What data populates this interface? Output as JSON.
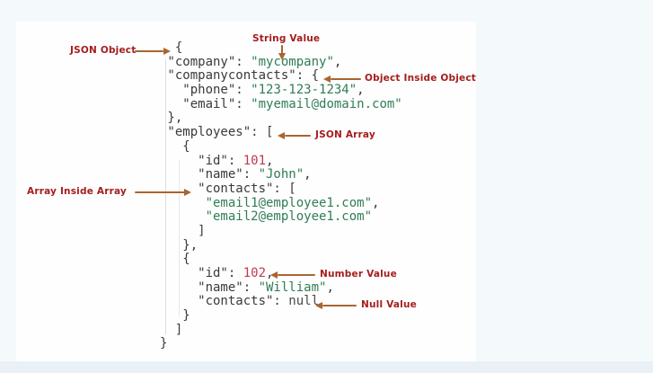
{
  "title": "JSON structure explained diagram",
  "colors": {
    "label": "#a51d1d",
    "arrow": "#a9652f",
    "key": "#3a3a3a",
    "string_value": "#2f7d54",
    "number_value": "#c03a4e",
    "null_value": "#4a4a4a"
  },
  "annotations": [
    {
      "id": "json-object",
      "label": "JSON Object",
      "arrow": "right",
      "points_to": "opening brace of root object"
    },
    {
      "id": "string-value",
      "label": "String Value",
      "arrow": "down",
      "points_to": "\"mycompany\""
    },
    {
      "id": "object-inside-object",
      "label": "Object Inside Object",
      "arrow": "left",
      "points_to": "companycontacts opening brace"
    },
    {
      "id": "json-array",
      "label": "JSON Array",
      "arrow": "left",
      "points_to": "employees opening bracket"
    },
    {
      "id": "array-inside-array",
      "label": "Array Inside Array",
      "arrow": "right",
      "points_to": "contacts key"
    },
    {
      "id": "number-value",
      "label": "Number Value",
      "arrow": "left",
      "points_to": "102"
    },
    {
      "id": "null-value",
      "label": "Null Value",
      "arrow": "left",
      "points_to": "null"
    }
  ],
  "code": {
    "language": "json",
    "lines": [
      {
        "segs": [
          {
            "c": "k",
            "t": "  {"
          }
        ]
      },
      {
        "segs": [
          {
            "c": "k",
            "t": " \"company\": "
          },
          {
            "c": "s",
            "t": "\"mycompany\""
          },
          {
            "c": "k",
            "t": ","
          }
        ]
      },
      {
        "segs": [
          {
            "c": "k",
            "t": " \"companycontacts\": {"
          }
        ]
      },
      {
        "segs": [
          {
            "c": "k",
            "t": "   \"phone\": "
          },
          {
            "c": "s",
            "t": "\"123-123-1234\""
          },
          {
            "c": "k",
            "t": ","
          }
        ]
      },
      {
        "segs": [
          {
            "c": "k",
            "t": "   \"email\": "
          },
          {
            "c": "s",
            "t": "\"myemail@domain.com\""
          }
        ]
      },
      {
        "segs": [
          {
            "c": "k",
            "t": " },"
          }
        ]
      },
      {
        "segs": [
          {
            "c": "k",
            "t": " \"employees\": ["
          }
        ]
      },
      {
        "segs": [
          {
            "c": "k",
            "t": "   {"
          }
        ]
      },
      {
        "segs": [
          {
            "c": "k",
            "t": "     \"id\": "
          },
          {
            "c": "n",
            "t": "101"
          },
          {
            "c": "k",
            "t": ","
          }
        ]
      },
      {
        "segs": [
          {
            "c": "k",
            "t": "     \"name\": "
          },
          {
            "c": "s",
            "t": "\"John\""
          },
          {
            "c": "k",
            "t": ","
          }
        ]
      },
      {
        "segs": [
          {
            "c": "k",
            "t": "     \"contacts\": ["
          }
        ]
      },
      {
        "segs": [
          {
            "c": "s",
            "t": "      \"email1@employee1.com\""
          },
          {
            "c": "k",
            "t": ","
          }
        ]
      },
      {
        "segs": [
          {
            "c": "s",
            "t": "      \"email2@employee1.com\""
          }
        ]
      },
      {
        "segs": [
          {
            "c": "k",
            "t": "     ]"
          }
        ]
      },
      {
        "segs": [
          {
            "c": "k",
            "t": "   },"
          }
        ]
      },
      {
        "segs": [
          {
            "c": "k",
            "t": "   {"
          }
        ]
      },
      {
        "segs": [
          {
            "c": "k",
            "t": "     \"id\": "
          },
          {
            "c": "n",
            "t": "102"
          },
          {
            "c": "k",
            "t": ","
          }
        ]
      },
      {
        "segs": [
          {
            "c": "k",
            "t": "     \"name\": "
          },
          {
            "c": "s",
            "t": "\"William\""
          },
          {
            "c": "k",
            "t": ","
          }
        ]
      },
      {
        "segs": [
          {
            "c": "k",
            "t": "     \"contacts\": "
          },
          {
            "c": "u",
            "t": "null"
          }
        ]
      },
      {
        "segs": [
          {
            "c": "k",
            "t": "   }"
          }
        ]
      },
      {
        "segs": [
          {
            "c": "k",
            "t": "  ]"
          }
        ]
      },
      {
        "segs": [
          {
            "c": "k",
            "t": "}"
          }
        ]
      }
    ]
  }
}
